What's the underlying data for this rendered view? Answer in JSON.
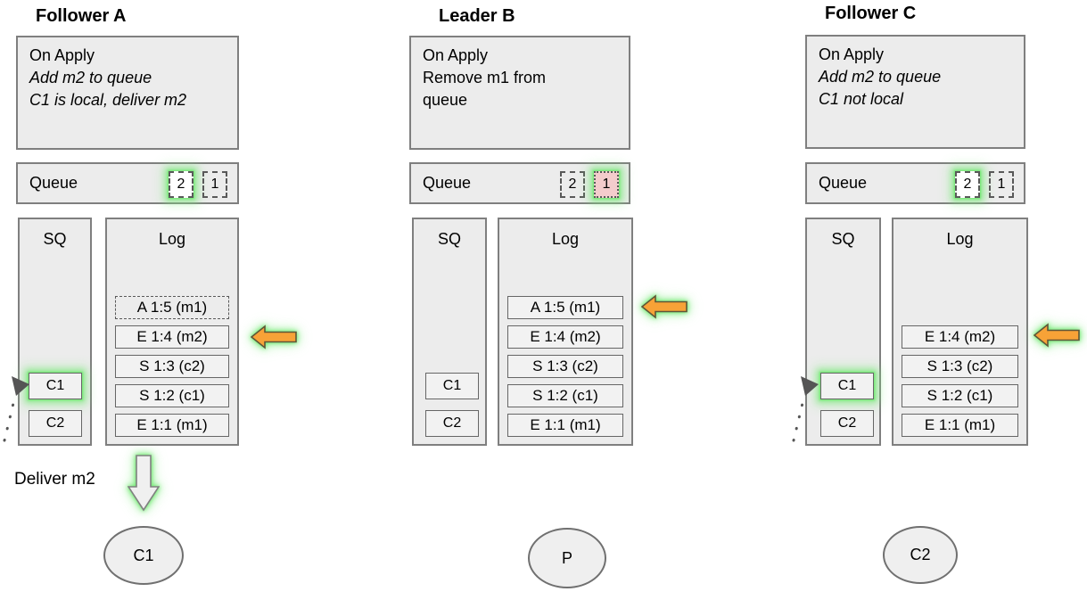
{
  "diagram": {
    "columns": [
      {
        "title": "Follower A",
        "on_apply": {
          "lines": [
            "On Apply",
            "Add m2 to queue",
            "C1 is local, deliver m2"
          ]
        },
        "queue": {
          "label": "Queue",
          "slots": [
            "2",
            "1"
          ]
        },
        "sq": {
          "label": "SQ",
          "items": [
            "C1",
            "C2"
          ]
        },
        "log": {
          "label": "Log",
          "entries": [
            "A 1:5 (m1)",
            "E 1:4 (m2)",
            "S 1:3 (c2)",
            "S 1:2 (c1)",
            "E 1:1 (m1)"
          ]
        },
        "deliver_label": "Deliver m2",
        "node_label": "C1"
      },
      {
        "title": "Leader B",
        "on_apply": {
          "lines": [
            "On Apply",
            "Remove m1 from",
            "queue"
          ]
        },
        "queue": {
          "label": "Queue",
          "slots": [
            "2",
            "1"
          ]
        },
        "sq": {
          "label": "SQ",
          "items": [
            "C1",
            "C2"
          ]
        },
        "log": {
          "label": "Log",
          "entries": [
            "A 1:5 (m1)",
            "E 1:4 (m2)",
            "S 1:3 (c2)",
            "S 1:2 (c1)",
            "E 1:1 (m1)"
          ]
        },
        "node_label": "P"
      },
      {
        "title": "Follower C",
        "on_apply": {
          "lines": [
            "On Apply",
            "Add m2 to queue",
            "C1 not local"
          ]
        },
        "queue": {
          "label": "Queue",
          "slots": [
            "2",
            "1"
          ]
        },
        "sq": {
          "label": "SQ",
          "items": [
            "C1",
            "C2"
          ]
        },
        "log": {
          "label": "Log",
          "entries": [
            "E 1:4 (m2)",
            "S 1:3 (c2)",
            "S 1:2 (c1)",
            "E 1:1 (m1)"
          ]
        },
        "node_label": "C2"
      }
    ],
    "colors": {
      "box_fill": "#ececec",
      "box_border": "#7f7f7f",
      "entry_fill": "#f2f2f2",
      "highlight_glow_green": "#6ee86e",
      "arrow_orange_fill": "#f7a237",
      "queue_slot_removed_pink": "#f4cccc"
    }
  }
}
